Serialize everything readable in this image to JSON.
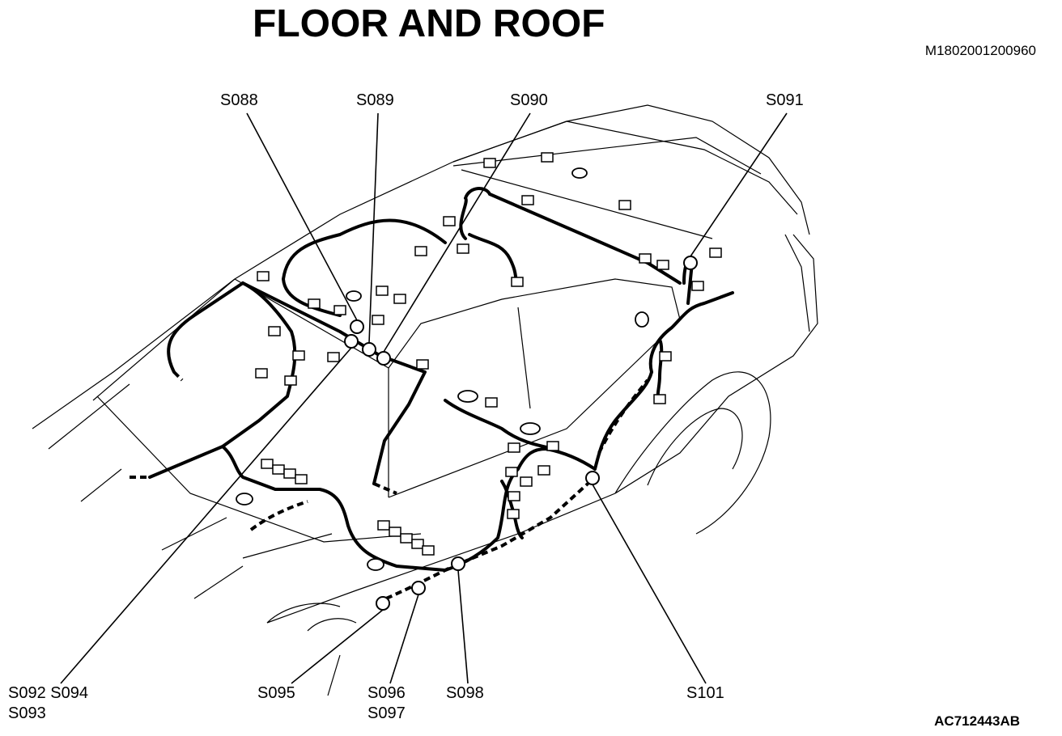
{
  "title": "FLOOR AND ROOF",
  "doc_number": "M1802001200960",
  "figure_code": "AC712443AB",
  "labels": {
    "s088": "S088",
    "s089": "S089",
    "s090": "S090",
    "s091": "S091",
    "s092_s094": "S092 S094",
    "s093": "S093",
    "s095": "S095",
    "s096": "S096",
    "s097": "S097",
    "s098": "S098",
    "s101": "S101"
  },
  "colors": {
    "line": "#000000",
    "background": "#ffffff"
  }
}
